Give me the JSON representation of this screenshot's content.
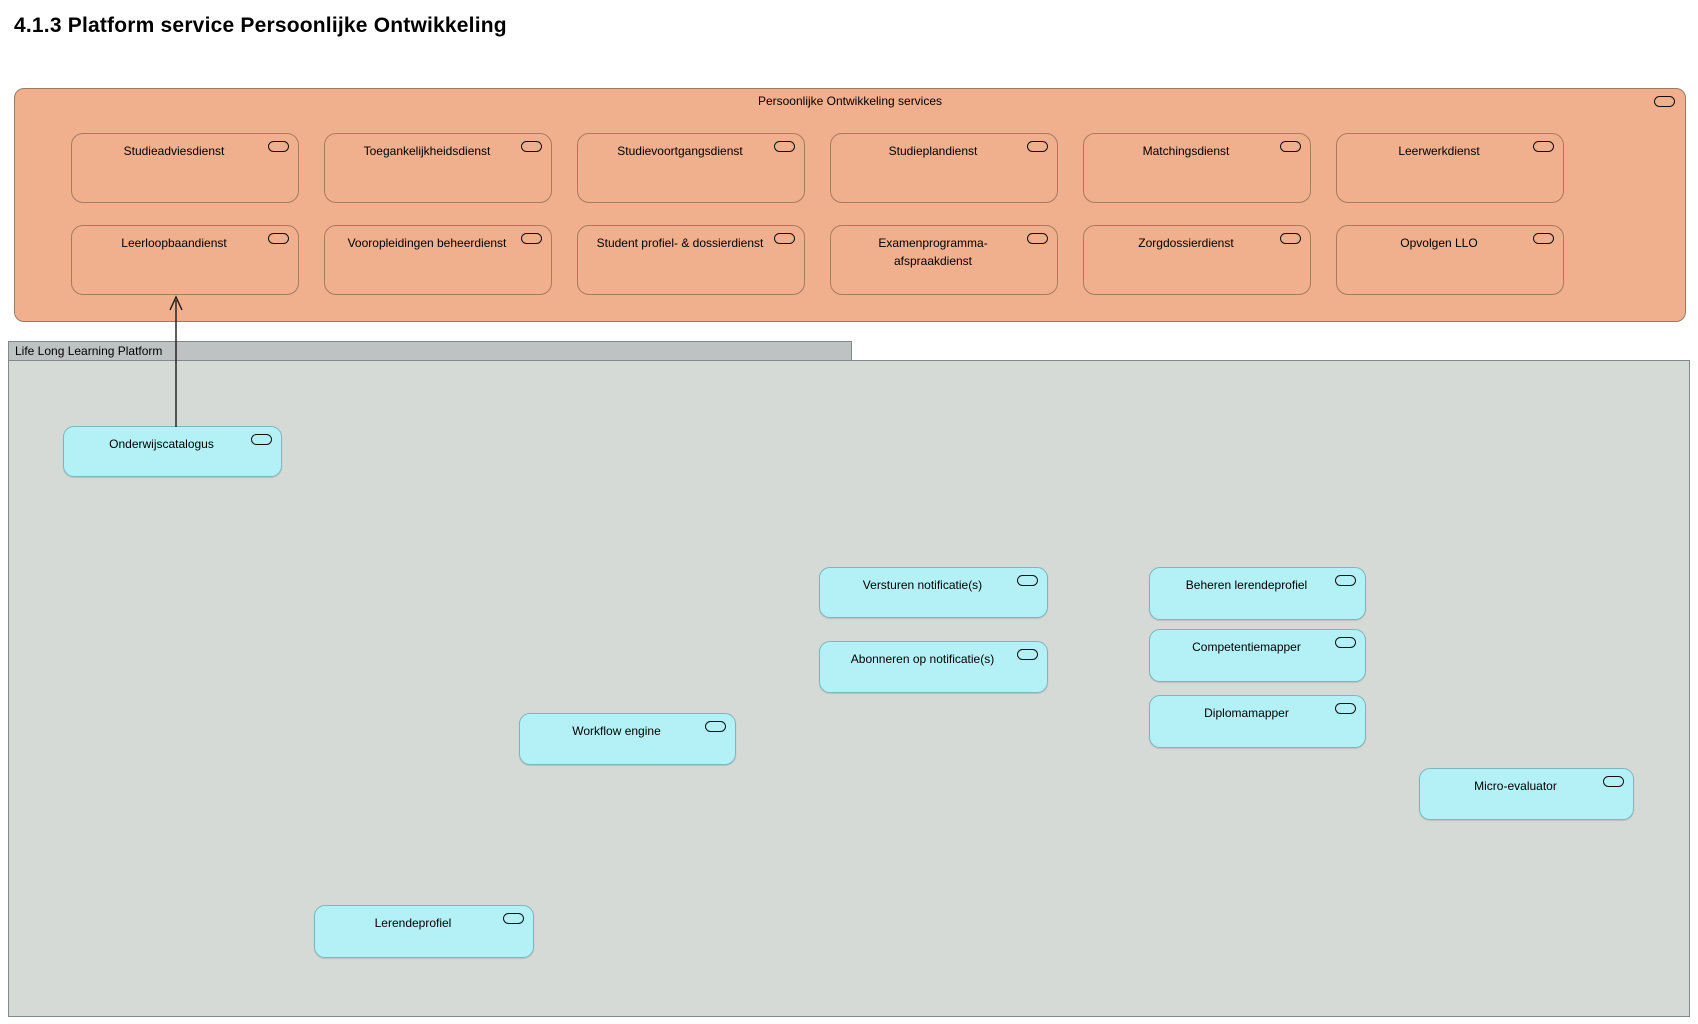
{
  "page": {
    "title": "4.1.3 Platform service Persoonlijke Ontwikkeling"
  },
  "colors": {
    "orange_fill": "#f0af8d",
    "orange_border": "#a67c5e",
    "orange_container_border": "#9b7a63",
    "cyan_fill": "#b3f1f7",
    "cyan_border": "#7db6bd",
    "gray_tab_fill": "#bec2c3",
    "gray_body_fill": "#d5dad7",
    "gray_border": "#82898b"
  },
  "po_container": {
    "label": "Persoonlijke Ontwikkeling services",
    "icon": "application-service-icon",
    "services": [
      {
        "label": "Studieadviesdienst"
      },
      {
        "label": "Toegankelijkheidsdienst"
      },
      {
        "label": "Studievoortgangsdienst"
      },
      {
        "label": "Studieplandienst"
      },
      {
        "label": "Matchingsdienst"
      },
      {
        "label": "Leerwerkdienst"
      },
      {
        "label": "Leerloopbaandienst"
      },
      {
        "label": "Vooropleidingen beheerdienst"
      },
      {
        "label": "Student profiel- & dossierdienst"
      },
      {
        "label": "Examenprogramma-afspraakdienst"
      },
      {
        "label": "Zorgdossierdienst"
      },
      {
        "label": "Opvolgen LLO"
      }
    ]
  },
  "lll_platform": {
    "label": "Life Long Learning Platform",
    "services": [
      {
        "label": "Onderwijscatalogus"
      },
      {
        "label": "Versturen notificatie(s)"
      },
      {
        "label": "Abonneren op notificatie(s)"
      },
      {
        "label": "Beheren lerendeprofiel"
      },
      {
        "label": "Competentiemapper"
      },
      {
        "label": "Diplomamapper"
      },
      {
        "label": "Workflow engine"
      },
      {
        "label": "Micro-evaluator"
      },
      {
        "label": "Lerendeprofiel"
      }
    ]
  },
  "relations": [
    {
      "from": "Onderwijscatalogus",
      "to": "Leerloopbaandienst",
      "type": "arrow-up-open-head"
    }
  ]
}
